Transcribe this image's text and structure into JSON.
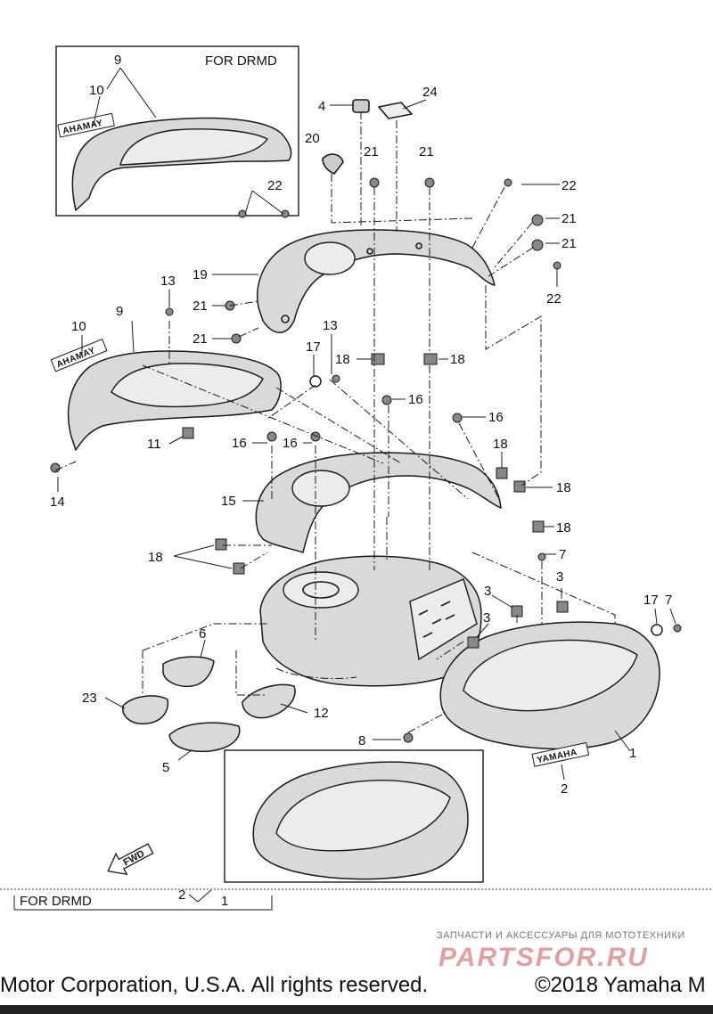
{
  "diagram": {
    "box_label_top": "FOR DRMD",
    "box_label_bottom": "FOR DRMD",
    "fwd_label": "FWD",
    "emblem_text": "AHAMAY",
    "emblem_text_2": "YAMAHA",
    "callouts": {
      "c1": "1",
      "c1b": "1",
      "c2": "2",
      "c2b": "2",
      "c3a": "3",
      "c3b": "3",
      "c3c": "3",
      "c4": "4",
      "c5": "5",
      "c6": "6",
      "c7a": "7",
      "c7b": "7",
      "c8": "8",
      "c9a": "9",
      "c9b": "9",
      "c10a": "10",
      "c10b": "10",
      "c11": "11",
      "c12": "12",
      "c13a": "13",
      "c13b": "13",
      "c14": "14",
      "c15": "15",
      "c16a": "16",
      "c16b": "16",
      "c16c": "16",
      "c16d": "16",
      "c17a": "17",
      "c17b": "17",
      "c18a": "18",
      "c18b": "18",
      "c18c": "18",
      "c18d": "18",
      "c18e": "18",
      "c18f": "18",
      "c19": "19",
      "c20": "20",
      "c21a": "21",
      "c21b": "21",
      "c21c": "21",
      "c21d": "21",
      "c21e": "21",
      "c21f": "21",
      "c22a": "22",
      "c22b": "22",
      "c22c": "22",
      "c23": "23",
      "c24": "24"
    }
  },
  "watermark": {
    "tagline": "ЗАПЧАСТИ И АКСЕССУАРЫ ДЛЯ МОТОТЕХНИКИ",
    "logo": "PARTSFOR.RU"
  },
  "footer": {
    "left": "Motor Corporation, U.S.A. All rights reserved.",
    "right": "©2018 Yamaha M"
  }
}
